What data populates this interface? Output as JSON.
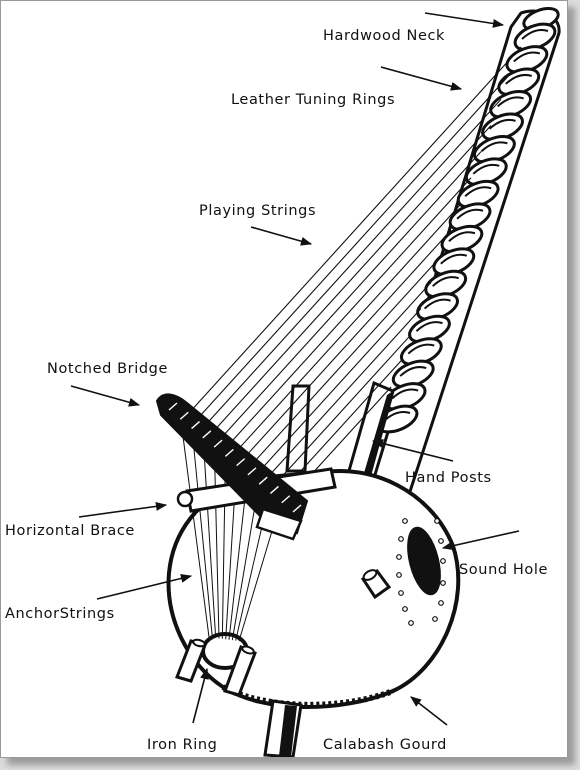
{
  "colors": {
    "ink": "#111111",
    "paper": "#ffffff",
    "shadow": "#9c9c9c"
  },
  "labels": {
    "hardwood_neck": "Hardwood Neck",
    "leather_tuning_rings": "Leather Tuning Rings",
    "playing_strings": "Playing Strings",
    "notched_bridge": "Notched Bridge",
    "hand_posts": "Hand Posts",
    "horizontal_brace": "Horizontal Brace",
    "sound_hole": "Sound Hole",
    "anchor_strings": "AnchorStrings",
    "iron_ring": "Iron Ring",
    "calabash_gourd": "Calabash Gourd"
  }
}
